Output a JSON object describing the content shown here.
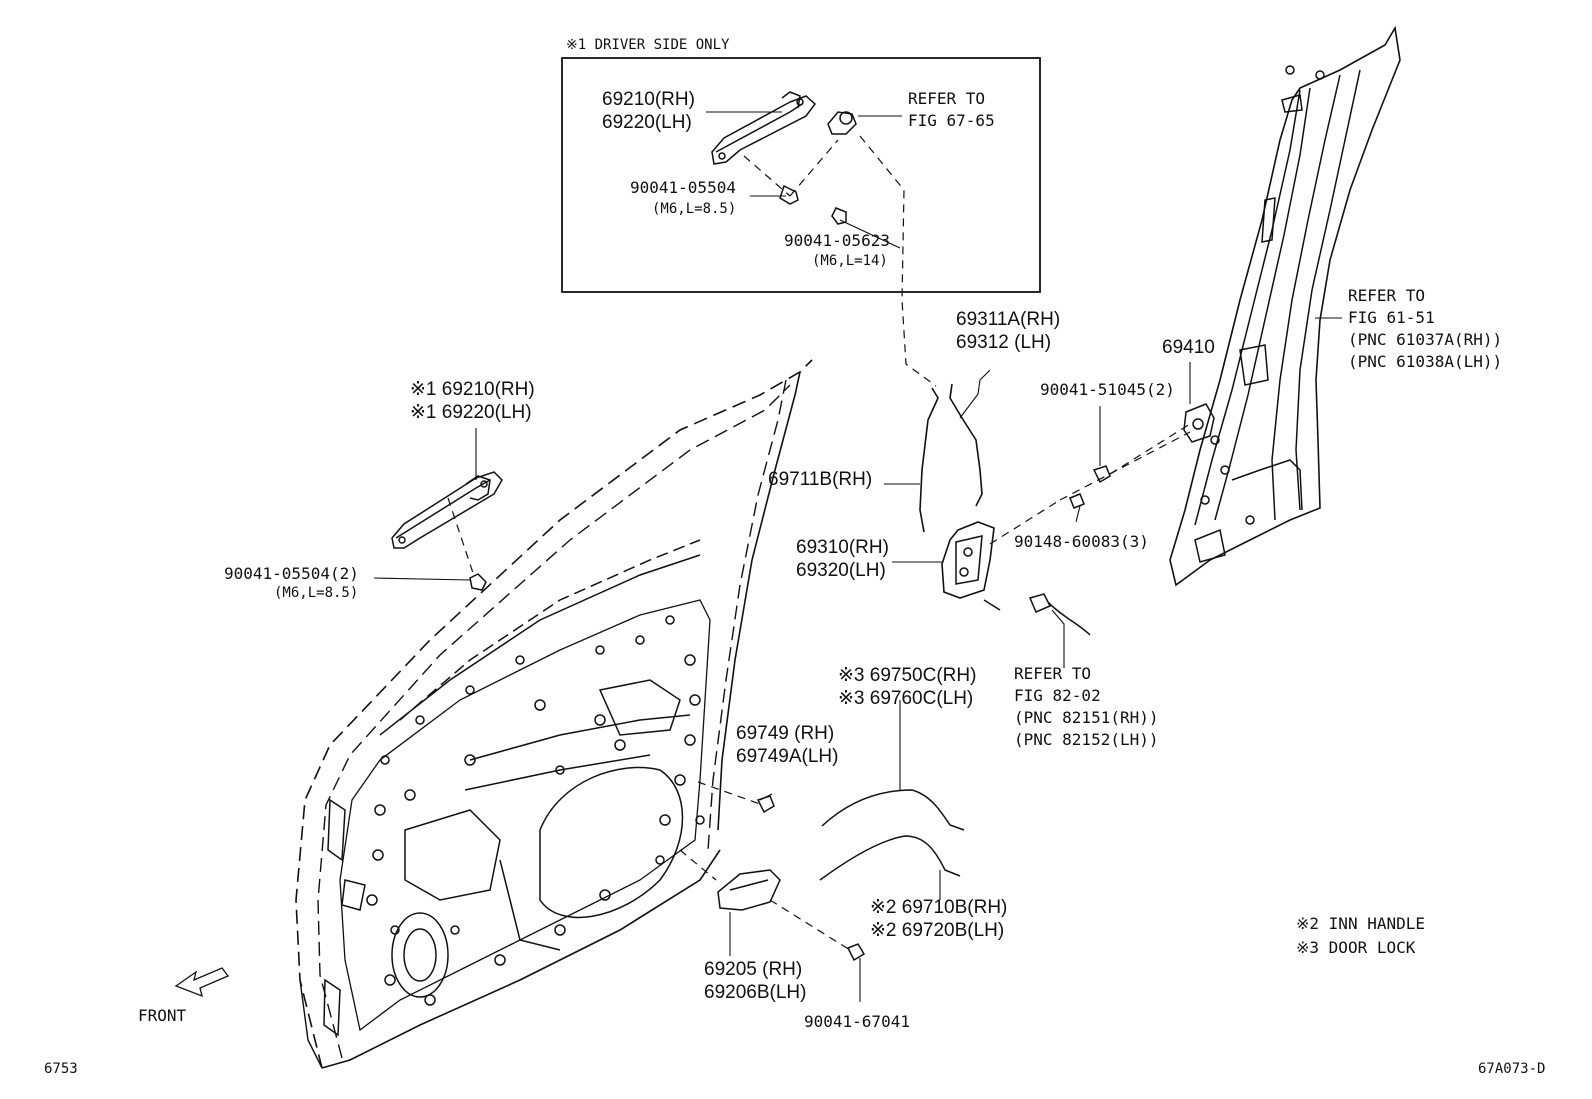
{
  "box_title": "※1 DRIVER SIDE ONLY",
  "labels": {
    "box_handle_rh": "69210(RH)",
    "box_handle_lh": "69220(LH)",
    "box_refer": "REFER TO",
    "box_refer_fig": "FIG 67-65",
    "box_bolt1": "90041-05504",
    "box_bolt1_spec": "(M6,L=8.5)",
    "box_bolt2": "90041-05623",
    "box_bolt2_spec": "(M6,L=14)",
    "handle_rh": "※1 69210(RH)",
    "handle_lh": "※1 69220(LH)",
    "bolt": "90041-05504(2)",
    "bolt_spec": "(M6,L=8.5)",
    "rod_rh": "69311A(RH)",
    "rod_lh": "69312 (LH)",
    "rod2": "69711B(RH)",
    "lock_rh": "69310(RH)",
    "lock_lh": "69320(LH)",
    "striker": "69410",
    "striker_screw": "90041-51045(2)",
    "screw2": "90148-60083(3)",
    "refer_pillar_1": "REFER TO",
    "refer_pillar_2": "FIG 61-51",
    "refer_pillar_3": "(PNC 61037A(RH))",
    "refer_pillar_4": "(PNC 61038A(LH))",
    "refer_wire_1": "REFER TO",
    "refer_wire_2": "FIG 82-02",
    "refer_wire_3": "(PNC 82151(RH))",
    "refer_wire_4": "(PNC 82152(LH))",
    "cable1_rh": "※3 69750C(RH)",
    "cable1_lh": "※3 69760C(LH)",
    "clip_rh": "69749 (RH)",
    "clip_lh": "69749A(LH)",
    "cable2_rh": "※2 69710B(RH)",
    "cable2_lh": "※2 69720B(LH)",
    "inner_rh": "69205 (RH)",
    "inner_lh": "69206B(LH)",
    "inner_screw": "90041-67041",
    "note2": "※2 INN HANDLE",
    "note3": "※3 DOOR LOCK",
    "front": "FRONT",
    "page_left": "6753",
    "page_right": "67A073-D"
  }
}
